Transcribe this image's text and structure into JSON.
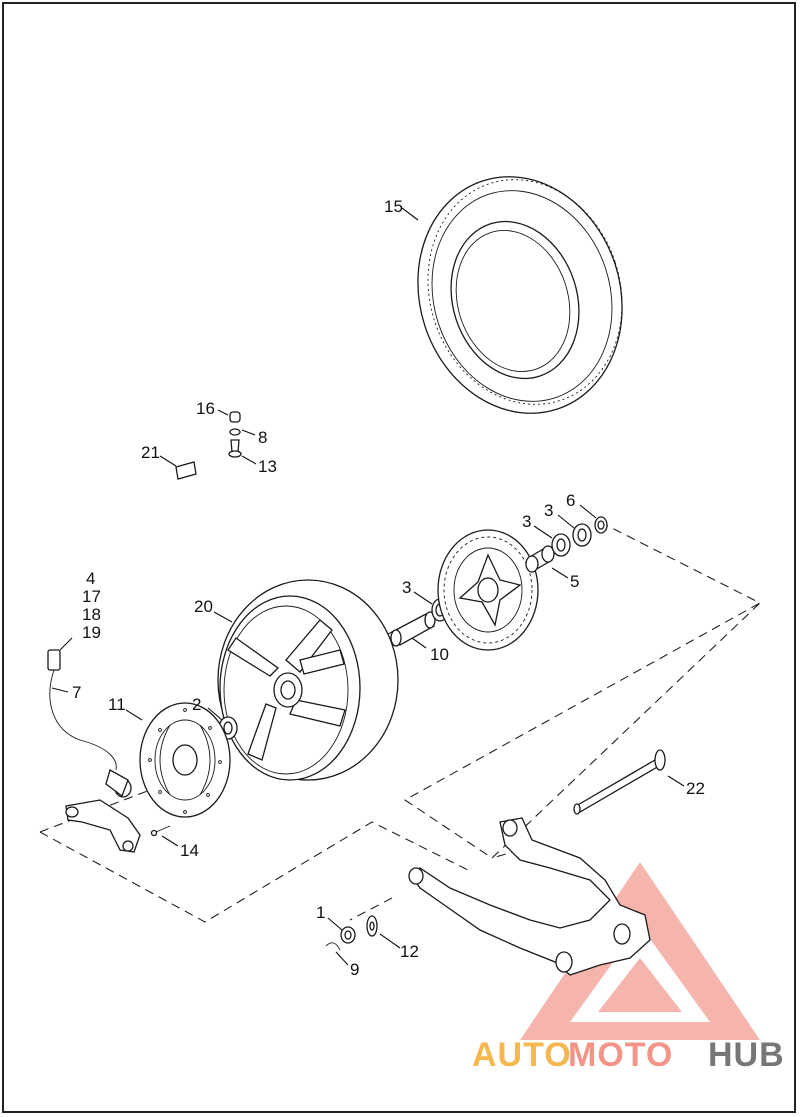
{
  "diagram": {
    "callouts": [
      {
        "id": "c15",
        "text": "15"
      },
      {
        "id": "c16",
        "text": "16"
      },
      {
        "id": "c8",
        "text": "8"
      },
      {
        "id": "c13",
        "text": "13"
      },
      {
        "id": "c21",
        "text": "21"
      },
      {
        "id": "c6",
        "text": "6"
      },
      {
        "id": "c3a",
        "text": "3"
      },
      {
        "id": "c3b",
        "text": "3"
      },
      {
        "id": "c3c",
        "text": "3"
      },
      {
        "id": "c5",
        "text": "5"
      },
      {
        "id": "c4",
        "text": "4"
      },
      {
        "id": "c17",
        "text": "17"
      },
      {
        "id": "c18",
        "text": "18"
      },
      {
        "id": "c19",
        "text": "19"
      },
      {
        "id": "c20",
        "text": "20"
      },
      {
        "id": "c10",
        "text": "10"
      },
      {
        "id": "c7",
        "text": "7"
      },
      {
        "id": "c11",
        "text": "11"
      },
      {
        "id": "c2",
        "text": "2"
      },
      {
        "id": "c22",
        "text": "22"
      },
      {
        "id": "c14",
        "text": "14"
      },
      {
        "id": "c1",
        "text": "1"
      },
      {
        "id": "c12",
        "text": "12"
      },
      {
        "id": "c9",
        "text": "9"
      }
    ]
  },
  "watermark": {
    "part1": "AUTO",
    "part2": "MOTO",
    "part3": "HUB",
    "color_primary": "#f5a623",
    "color_secondary": "#f07a6a",
    "color_tertiary": "#555555"
  }
}
